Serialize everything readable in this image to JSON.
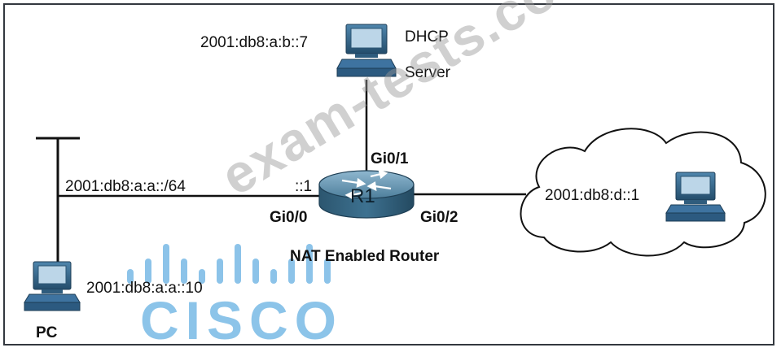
{
  "devices": {
    "dhcp_server": {
      "ip": "2001:db8:a:b::7",
      "name_line1": "DHCP",
      "name_line2": "Server",
      "icon": "server-computer-icon"
    },
    "pc": {
      "ip": "2001:db8:a:a::10",
      "name": "PC",
      "icon": "pc-computer-icon"
    },
    "router": {
      "label": "R1",
      "caption": "NAT Enabled Router",
      "icon": "router-icon"
    },
    "remote_host": {
      "ip": "2001:db8:d::1",
      "icon": "remote-computer-icon"
    }
  },
  "interfaces": {
    "gi0_0": "Gi0/0",
    "gi0_0_address": "::1",
    "gi0_1": "Gi0/1",
    "gi0_2": "Gi0/2"
  },
  "segment": {
    "prefix": "2001:db8:a:a::/64"
  },
  "watermark": {
    "text": "exam-tests.com",
    "logo_text": "CISCO"
  },
  "colors": {
    "router_body": "#3f6f8c",
    "watermark_blue": "#66b0e2",
    "line": "#111111"
  }
}
